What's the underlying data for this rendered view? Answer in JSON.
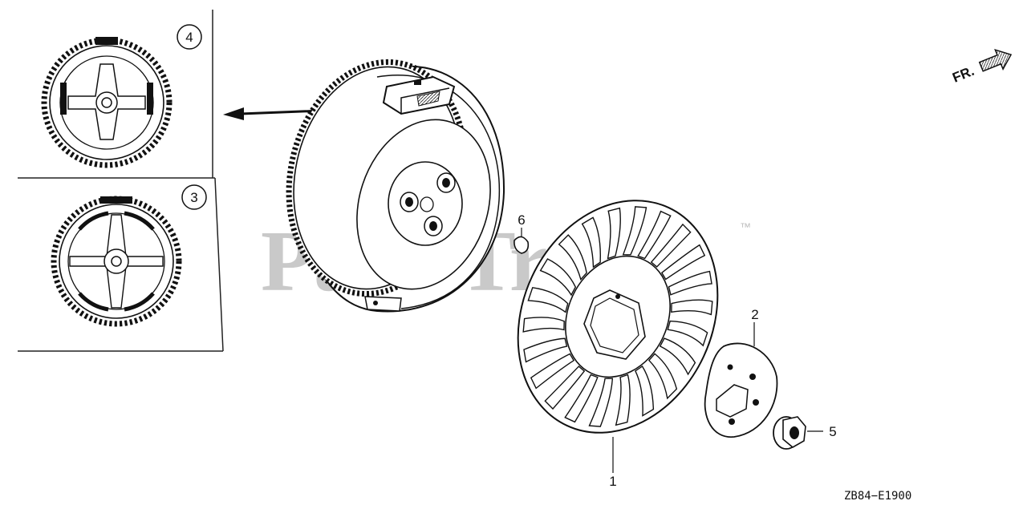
{
  "diagram": {
    "watermark": "PartsTree",
    "trademark": "™",
    "drawing_code": "ZB84−E1900",
    "front_indicator": "FR.",
    "callouts": [
      {
        "id": "1"
      },
      {
        "id": "2"
      },
      {
        "id": "3"
      },
      {
        "id": "4"
      },
      {
        "id": "5"
      },
      {
        "id": "6"
      }
    ]
  }
}
